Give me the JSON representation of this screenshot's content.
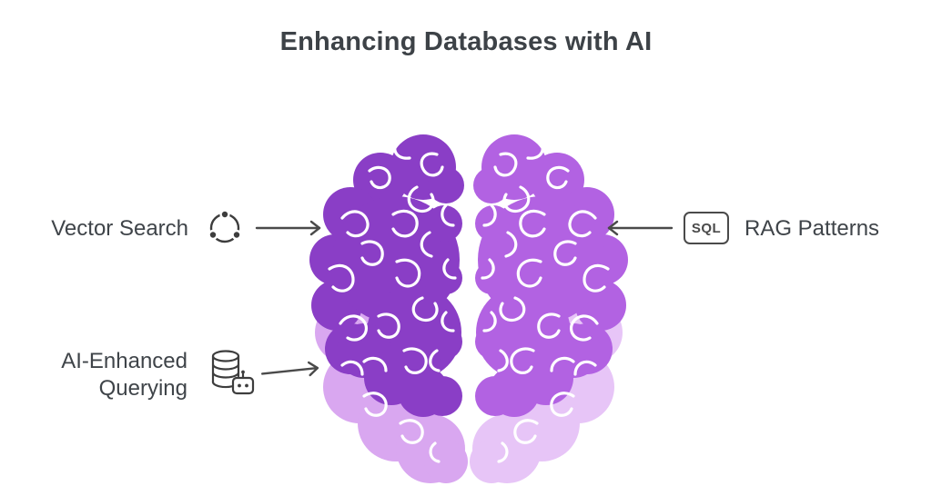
{
  "title": "Enhancing Databases with AI",
  "colors": {
    "left_hemisphere": "#8a3ec6",
    "right_hemisphere": "#b262e2",
    "left_lobe": "#d9a7f0",
    "right_lobe": "#e7c5f7",
    "arrow": "#4a4a4a",
    "icon_stroke": "#3d3d3d"
  },
  "annotations": {
    "vector_search": {
      "label": "Vector Search",
      "icon": "network-nodes-icon"
    },
    "ai_querying": {
      "label_line1": "AI-Enhanced",
      "label_line2": "Querying",
      "icon": "database-robot-icon"
    },
    "rag_patterns": {
      "label": "RAG Patterns",
      "badge_text": "SQL",
      "icon": "sql-badge-icon"
    }
  }
}
